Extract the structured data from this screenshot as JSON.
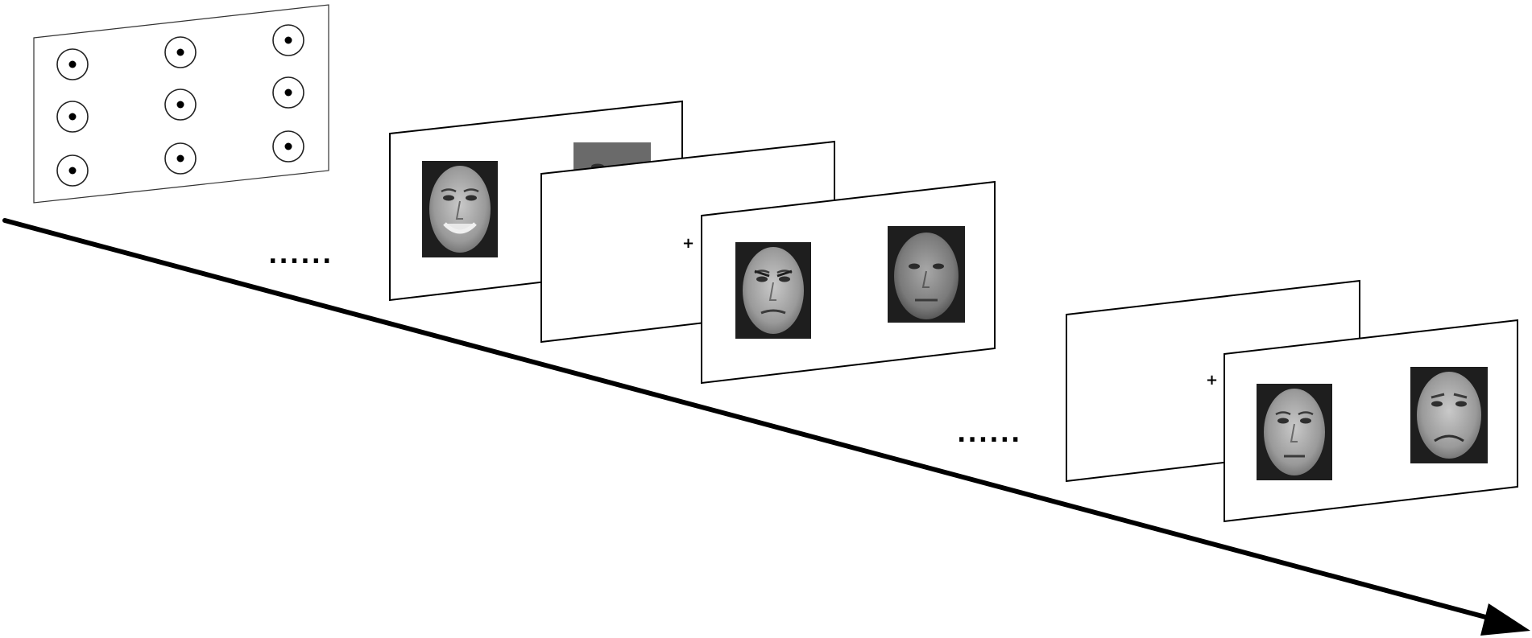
{
  "diagram": {
    "description_kind": "experimental-trial-sequence",
    "colors": {
      "background": "#ffffff",
      "stroke": "#000000",
      "face_dark": "#2a2a2a",
      "face_mid": "#8e8e8e",
      "face_light": "#bdbdbd"
    },
    "calibration_screen": {
      "target_count": 9,
      "rows": 3,
      "cols": 3,
      "target_icon": "circle-with-dot"
    },
    "ellipsis_1": "......",
    "ellipsis_2": "......",
    "fixation_symbol": "+",
    "trial_1": {
      "screens": [
        "face-pair",
        "fixation",
        "face-pair"
      ],
      "faces": [
        {
          "screen": "face-pair-1",
          "position": "left",
          "expression": "happy"
        },
        {
          "screen": "face-pair-1",
          "position": "right",
          "expression": "partially-hidden"
        },
        {
          "screen": "face-pair-2",
          "position": "left",
          "expression": "angry"
        },
        {
          "screen": "face-pair-2",
          "position": "right",
          "expression": "neutral"
        }
      ]
    },
    "trial_n": {
      "screens": [
        "fixation",
        "face-pair"
      ],
      "faces": [
        {
          "screen": "face-pair-3",
          "position": "left",
          "expression": "neutral"
        },
        {
          "screen": "face-pair-3",
          "position": "right",
          "expression": "sad"
        }
      ]
    },
    "timeline": {
      "arrow": "time-arrow",
      "direction": "down-right"
    }
  }
}
